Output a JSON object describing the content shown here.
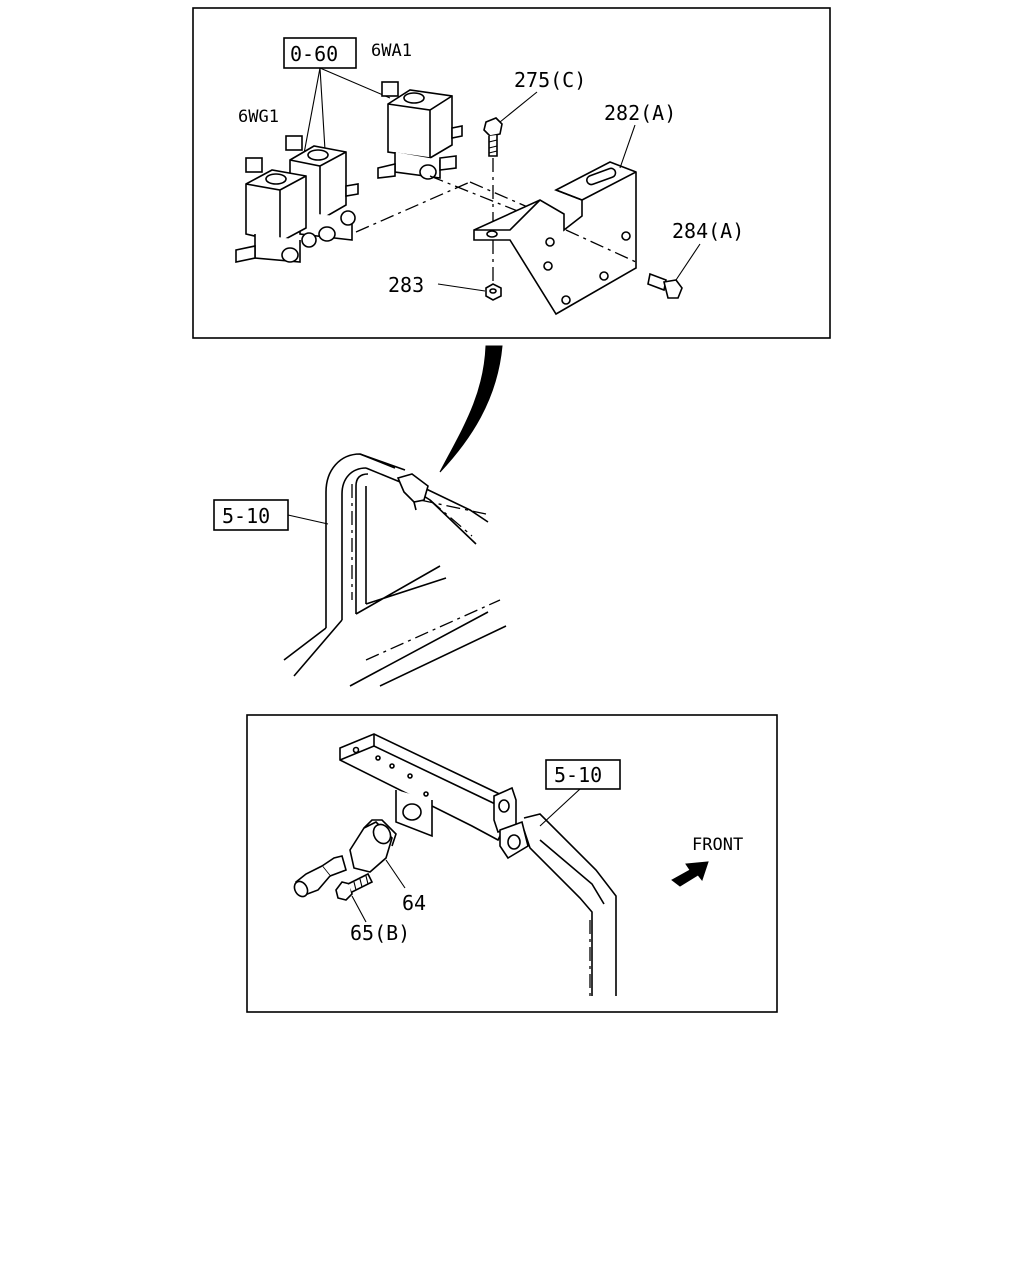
{
  "top_panel": {
    "ref_box_label": "0-60",
    "label_6wa1": "6WA1",
    "label_6wg1": "6WG1",
    "part_275": "275(C)",
    "part_282": "282(A)",
    "part_284": "284(A)",
    "part_283": "283"
  },
  "middle": {
    "ref_box_label": "5-10"
  },
  "bottom_panel": {
    "ref_box_label": "5-10",
    "front_label": "FRONT",
    "part_64": "64",
    "part_65": "65(B)"
  }
}
